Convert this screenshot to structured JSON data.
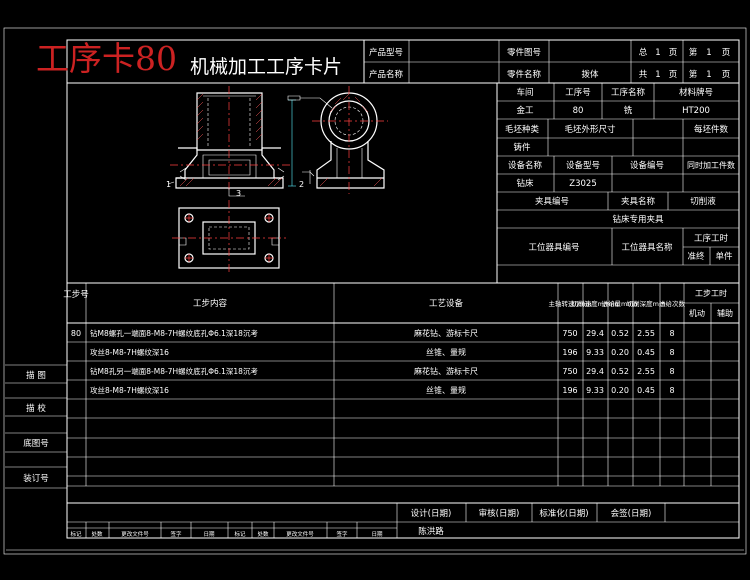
{
  "overlay_title": "工序卡80",
  "card_title": "机械加工工序卡片",
  "header": {
    "product_model_label": "产品型号",
    "product_name_label": "产品名称",
    "part_no_label": "零件图号",
    "part_name_label": "零件名称",
    "part_name_value": "拨体",
    "total_label": "总",
    "total_pages": "1",
    "page_unit": "页",
    "page_label": "第",
    "page_no": "1",
    "gong_label": "共",
    "gong_pages": "1",
    "di_label": "第",
    "di_page": "1"
  },
  "right_info": {
    "row1": [
      "车间",
      "工序号",
      "工序名称",
      "材料牌号"
    ],
    "row2": [
      "金工",
      "80",
      "铣",
      "HT200"
    ],
    "row3": [
      "毛坯种类",
      "毛坯外形尺寸",
      "每坯件数"
    ],
    "row4": [
      "铸件"
    ],
    "row5": [
      "设备名称",
      "设备型号",
      "设备编号",
      "同时加工件数"
    ],
    "row6": [
      "钻床",
      "Z3025"
    ],
    "fixture_no": "夹具编号",
    "fixture_name": "夹具名称",
    "coolant": "切削液",
    "fixture_value": "钻床专用夹具",
    "station_tool_no": "工位器具编号",
    "station_tool_name": "工位器具名称",
    "process_time": "工序工时",
    "time_quasi": "准终",
    "time_unit": "单件"
  },
  "drawing_labels": {
    "l1": "1",
    "l2": "2",
    "l3": "3"
  },
  "table": {
    "headers": {
      "step_no": "工步号",
      "content": "工步内容",
      "equipment": "工艺设备",
      "spindle_speed": "主轴转速r/min",
      "cut_speed": "切削速度m/min",
      "feed": "进给量mm/r",
      "depth": "切削深度mm",
      "passes": "进给次数",
      "step_time": "工步工时",
      "machine_time": "机动",
      "aux_time": "辅助"
    },
    "rows": [
      {
        "no": "80",
        "content": "钻M8螺孔一端面8-M8-7H螺纹底孔Φ6.1深18沉考",
        "equip": "麻花钻、游标卡尺",
        "n": "750",
        "v": "29.4",
        "f": "0.52",
        "ap": "2.55",
        "i": "8"
      },
      {
        "no": "",
        "content": "攻丝8-M8-7H螺纹深16",
        "equip": "丝锥、量规",
        "n": "196",
        "v": "9.33",
        "f": "0.20",
        "ap": "0.45",
        "i": "8"
      },
      {
        "no": "",
        "content": "钻M8孔另一端面8-M8-7H螺纹底孔Φ6.1深18沉考",
        "equip": "麻花钻、游标卡尺",
        "n": "750",
        "v": "29.4",
        "f": "0.52",
        "ap": "2.55",
        "i": "8"
      },
      {
        "no": "",
        "content": "攻丝8-M8-7H螺纹深16",
        "equip": "丝锥、量规",
        "n": "196",
        "v": "9.33",
        "f": "0.20",
        "ap": "0.45",
        "i": "8"
      }
    ]
  },
  "left_margin": [
    "描 图",
    "描 校",
    "底图号",
    "装订号"
  ],
  "bottom": {
    "design": "设计(日期)",
    "review": "审核(日期)",
    "standard": "标准化(日期)",
    "countersign": "会签(日期)",
    "designer": "陈洪路",
    "rev_cols": [
      "标记",
      "处数",
      "更改文件号",
      "签字",
      "日期",
      "标记",
      "处数",
      "更改文件号",
      "签字",
      "日期"
    ]
  }
}
